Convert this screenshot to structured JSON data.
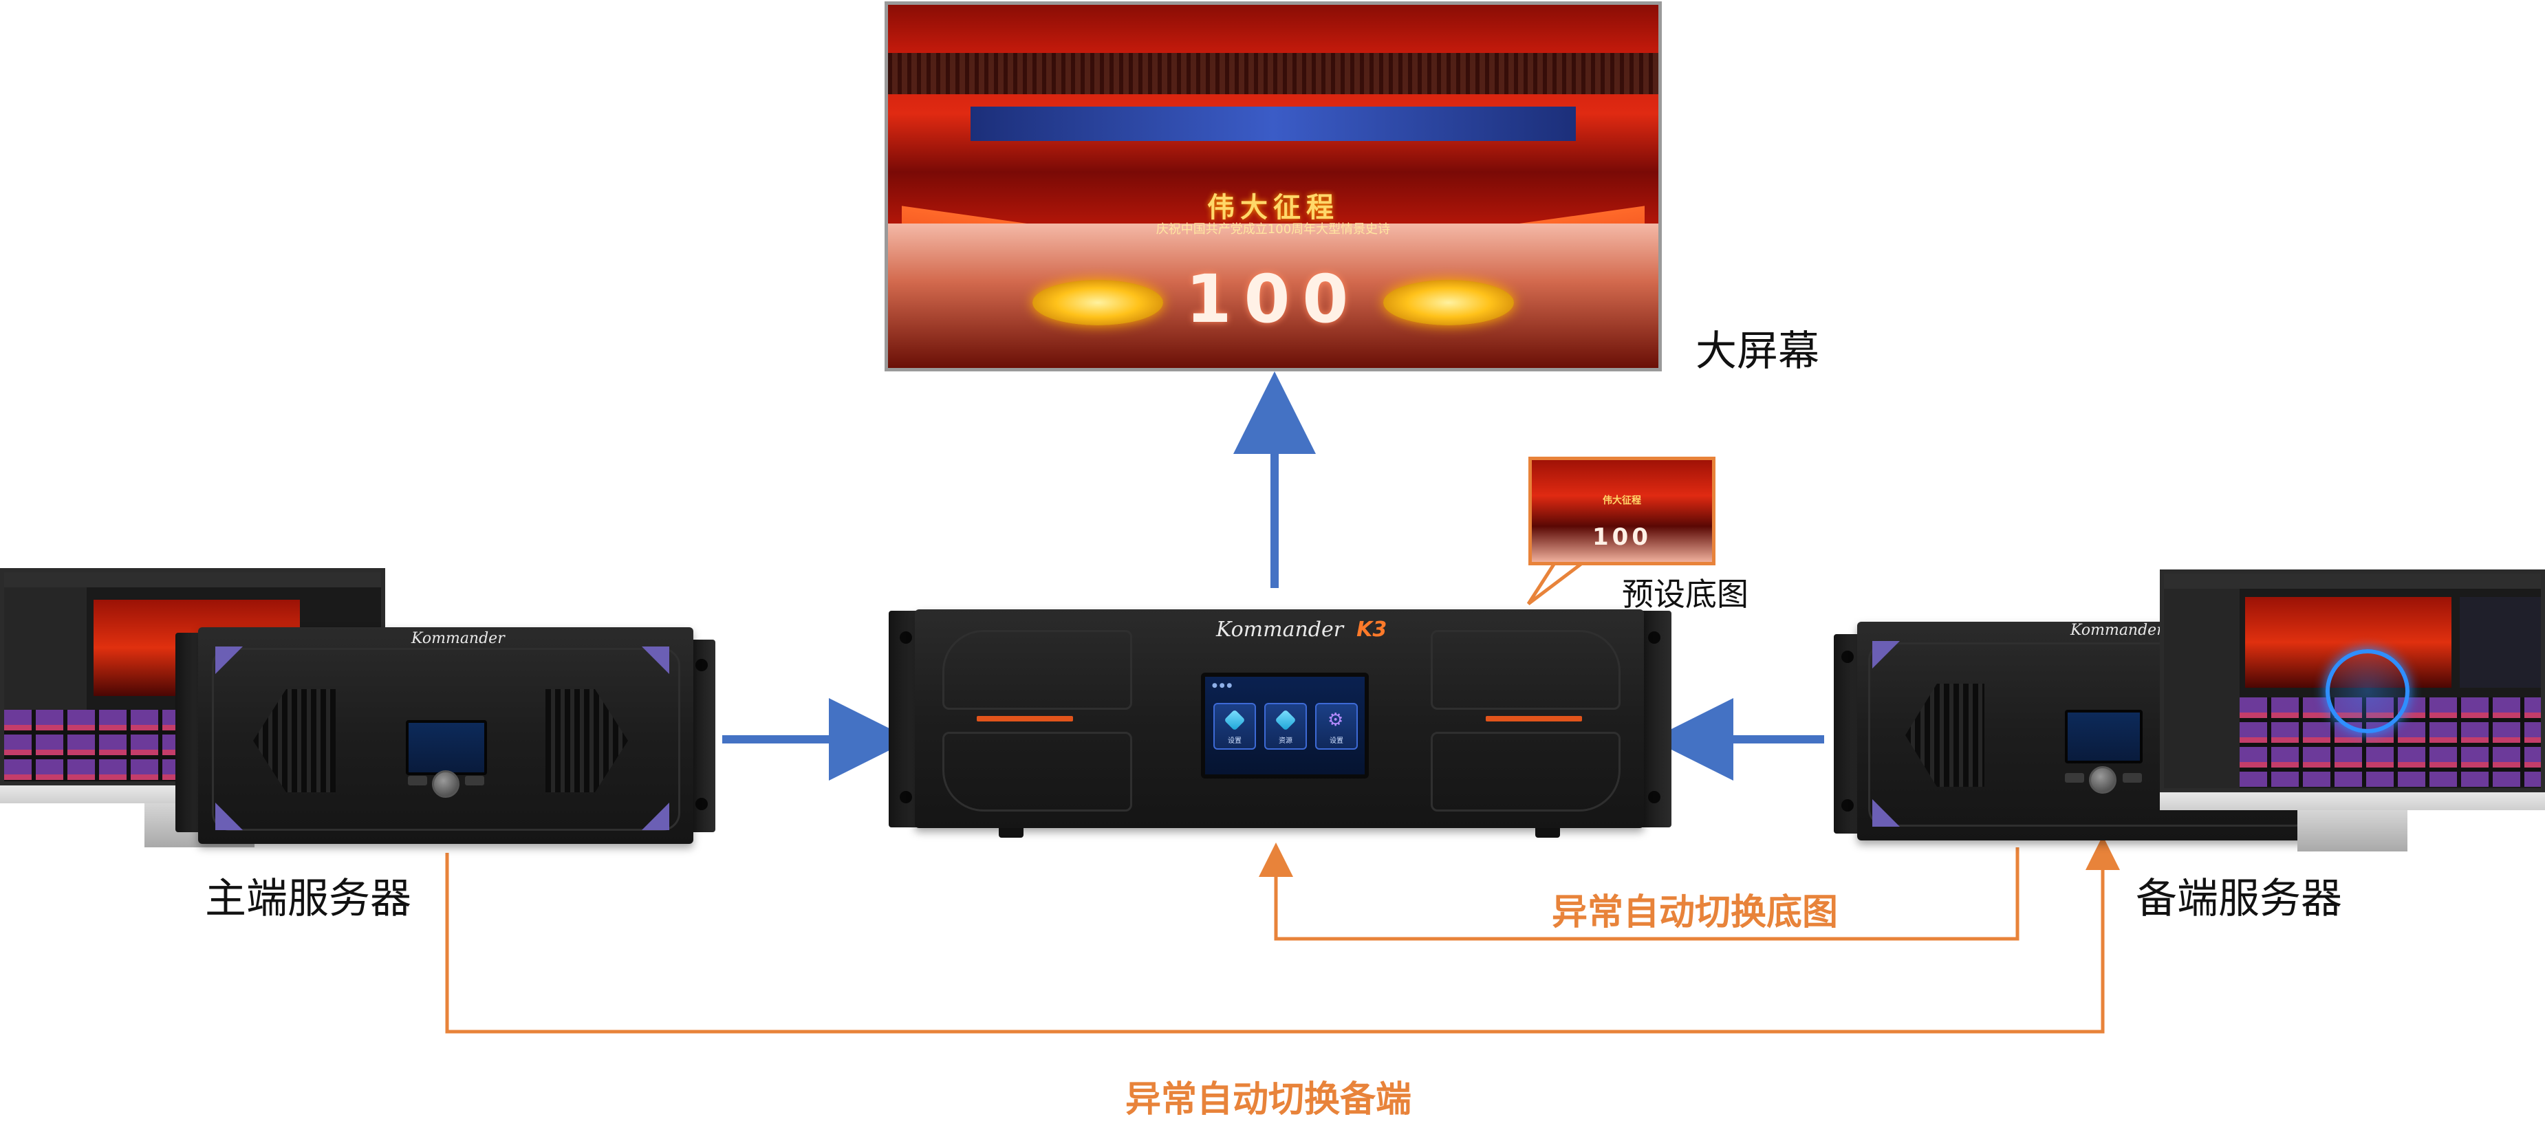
{
  "labels": {
    "big_screen": "大屏幕",
    "preset_image": "预设底图",
    "primary_server": "主端服务器",
    "backup_server": "备端服务器",
    "auto_switch_preset": "异常自动切换底图",
    "auto_switch_backup": "异常自动切换备端"
  },
  "big_screen_content": {
    "title": "伟大征程",
    "subtitle": "庆祝中国共产党成立100周年大型情景史诗",
    "number": "100"
  },
  "devices": {
    "brand": "Kommander",
    "model": "K3",
    "k3_lcd_tiles": [
      "设置",
      "资源",
      "设置"
    ]
  },
  "colors": {
    "blue_arrow": "#4472c4",
    "orange_line": "#e8833a",
    "orange_text": "#e8833a",
    "thumb_border": "#e8833a",
    "screen_border": "#9a9a9a"
  },
  "icons": [
    "arrow-up",
    "arrow-right",
    "arrow-left",
    "arrow-up-orange",
    "speech-callout"
  ]
}
